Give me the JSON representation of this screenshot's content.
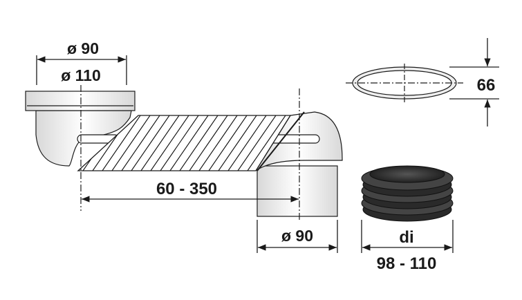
{
  "labels": {
    "inlet_dia_small": "ø 90",
    "inlet_dia_large": "ø 110",
    "offset_range": "60 - 350",
    "outlet_dia": "ø 90",
    "ring_height": "66",
    "seal_inner": "di",
    "seal_range": "98 - 110"
  },
  "colors": {
    "line": "#1a1a1a",
    "pipe_fill": "#f2f2f2",
    "seal_fill": "#3a3a3a"
  }
}
